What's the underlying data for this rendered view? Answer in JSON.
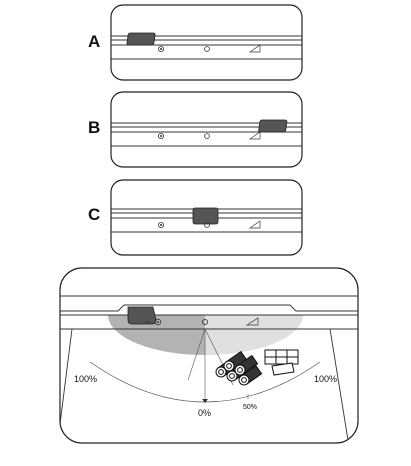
{
  "panels": [
    {
      "label": "A",
      "slider_position": "left"
    },
    {
      "label": "B",
      "slider_position": "right"
    },
    {
      "label": "C",
      "slider_position": "center"
    }
  ],
  "detail": {
    "left_label": "100%",
    "center_label": "0%",
    "mid_right_label": "50%",
    "right_label": "100%"
  },
  "colors": {
    "slider": "#555555",
    "shade_dark": "#b3b3b3",
    "shade_light": "#e0e0e0",
    "outline": "#222222"
  },
  "icons": [
    "fan-icon",
    "circle-icon",
    "ramp-icon",
    "wood-logs-icon",
    "briquettes-icon"
  ]
}
